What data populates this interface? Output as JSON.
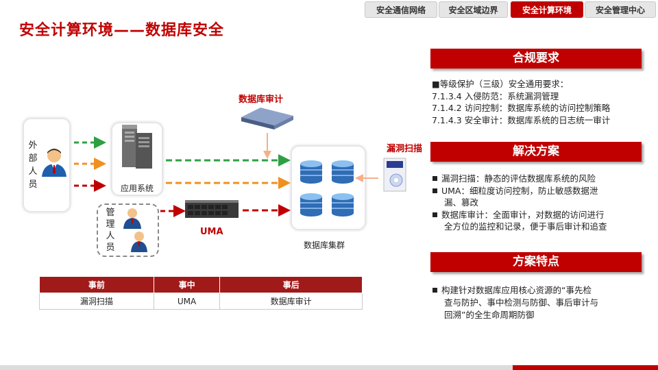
{
  "tabs": [
    {
      "label": "安全通信网络",
      "active": false
    },
    {
      "label": "安全区域边界",
      "active": false
    },
    {
      "label": "安全计算环境",
      "active": true
    },
    {
      "label": "安全管理中心",
      "active": false
    }
  ],
  "title": "安全计算环境——数据库安全",
  "diagram": {
    "external_users": [
      "外",
      "部",
      "人",
      "员"
    ],
    "admin_users": [
      "管",
      "理",
      "人",
      "员"
    ],
    "app_system": "应用系统",
    "db_audit": "数据库审计",
    "vuln_scan": "漏洞扫描",
    "uma": "UMA",
    "db_cluster": "数据库集群"
  },
  "table": {
    "headers": [
      "事前",
      "事中",
      "事后"
    ],
    "row": [
      "漏洞扫描",
      "UMA",
      "数据库审计"
    ]
  },
  "compliance": {
    "header": "合规要求",
    "lines": [
      "■等级保护（三级）安全通用要求：",
      "7.1.3.4 入侵防范：系统漏洞管理",
      "7.1.4.2  访问控制：数据库系统的访问控制策略",
      "7.1.4.3   安全审计：数据库系统的日志统一审计"
    ]
  },
  "solution": {
    "header": "解决方案",
    "items": [
      [
        "漏洞扫描：静态的评估数据库系统的风险"
      ],
      [
        "UMA：细粒度访问控制，防止敏感数据泄",
        "漏、篡改"
      ],
      [
        "数据库审计：全面审计，对数据的访问进行",
        "全方位的监控和记录，便于事后审计和追查"
      ]
    ]
  },
  "features": {
    "header": "方案特点",
    "items": [
      [
        "构建针对数据库应用核心资源的“事先检",
        "查与防护、事中检测与防御、事后审计与",
        "回溯”的全生命周期防御"
      ]
    ]
  },
  "colors": {
    "accent": "#c00000",
    "arrow_green": "#2ea043",
    "arrow_orange": "#f0901e",
    "arrow_red": "#c00000",
    "audit_arrow": "#f5b088"
  }
}
